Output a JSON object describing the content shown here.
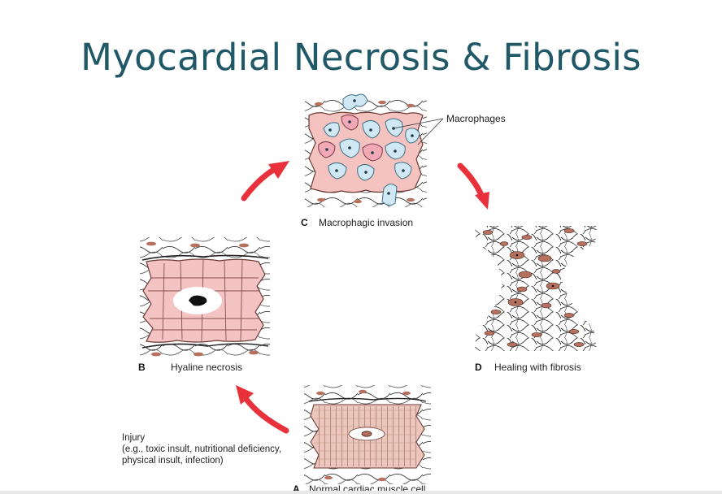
{
  "title": "Myocardial Necrosis & Fibrosis",
  "callout": "Macrophages",
  "panels": {
    "a": {
      "letter": "A",
      "caption": "Normal cardiac muscle cell"
    },
    "b": {
      "letter": "B",
      "caption": "Hyaline necrosis"
    },
    "c": {
      "letter": "C",
      "caption": "Macrophagic invasion"
    },
    "d": {
      "letter": "D",
      "caption": "Healing with fibrosis"
    }
  },
  "injury": {
    "line1": "Injury",
    "line2": "(e.g., toxic insult, nutritional deficiency,",
    "line3": "physical insult, infection)"
  },
  "colors": {
    "title": "#215868",
    "arrow": "#e8313a",
    "muscle_pink": "#f3c4c3",
    "macrophage_blue": "#cfe8f3",
    "nucleus_brown": "#b6715e"
  }
}
